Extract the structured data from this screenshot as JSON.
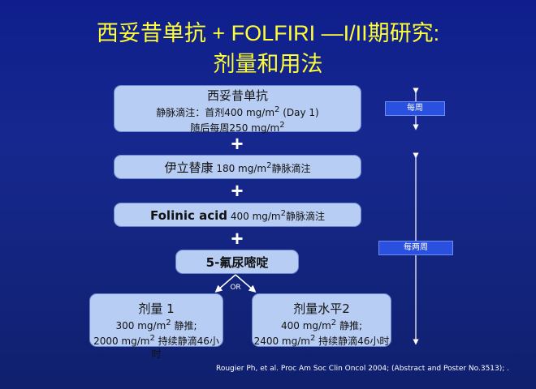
{
  "title": {
    "line1": "西妥昔单抗 + FOLFIRI —I/II期研究:",
    "line2": "剂量和用法"
  },
  "cetuximab": {
    "name": "西妥昔单抗",
    "line1": "静脉滴注：首剂400 mg/m",
    "line1_sup": "2",
    "line1_tail": " (Day 1)",
    "line2": "随后每周250 mg/m",
    "line2_sup": "2"
  },
  "irinotecan": {
    "name": "伊立替康",
    "dose": " 180 mg/m",
    "sup": "2",
    "route": "静脉滴注"
  },
  "folinic": {
    "name": "Folinic acid",
    "dose": " 400 mg/m",
    "sup": "2",
    "route": "静脉滴注"
  },
  "fu": {
    "name": "5-氟尿嘧啶"
  },
  "or_label": "OR",
  "dose1": {
    "title": "剂量 1",
    "line1": "300 mg/m",
    "line1_sup": "2",
    "line1_tail": " 静推;",
    "line2": "2000 mg/m",
    "line2_sup": "2",
    "line2_tail": " 持续静滴46小时"
  },
  "dose2": {
    "title": "剂量水平2",
    "line1": "400 mg/m",
    "line1_sup": "2",
    "line1_tail": " 静推;",
    "line2": "2400 mg/m",
    "line2_sup": "2",
    "line2_tail": " 持续静滴46小时"
  },
  "tags": {
    "weekly": "每周",
    "biweekly": "每两周"
  },
  "plus_symbol": "+",
  "reference": "Rougier Ph, et al. Proc Am Soc Clin Oncol 2004; (Abstract and Poster No.3513); ."
}
